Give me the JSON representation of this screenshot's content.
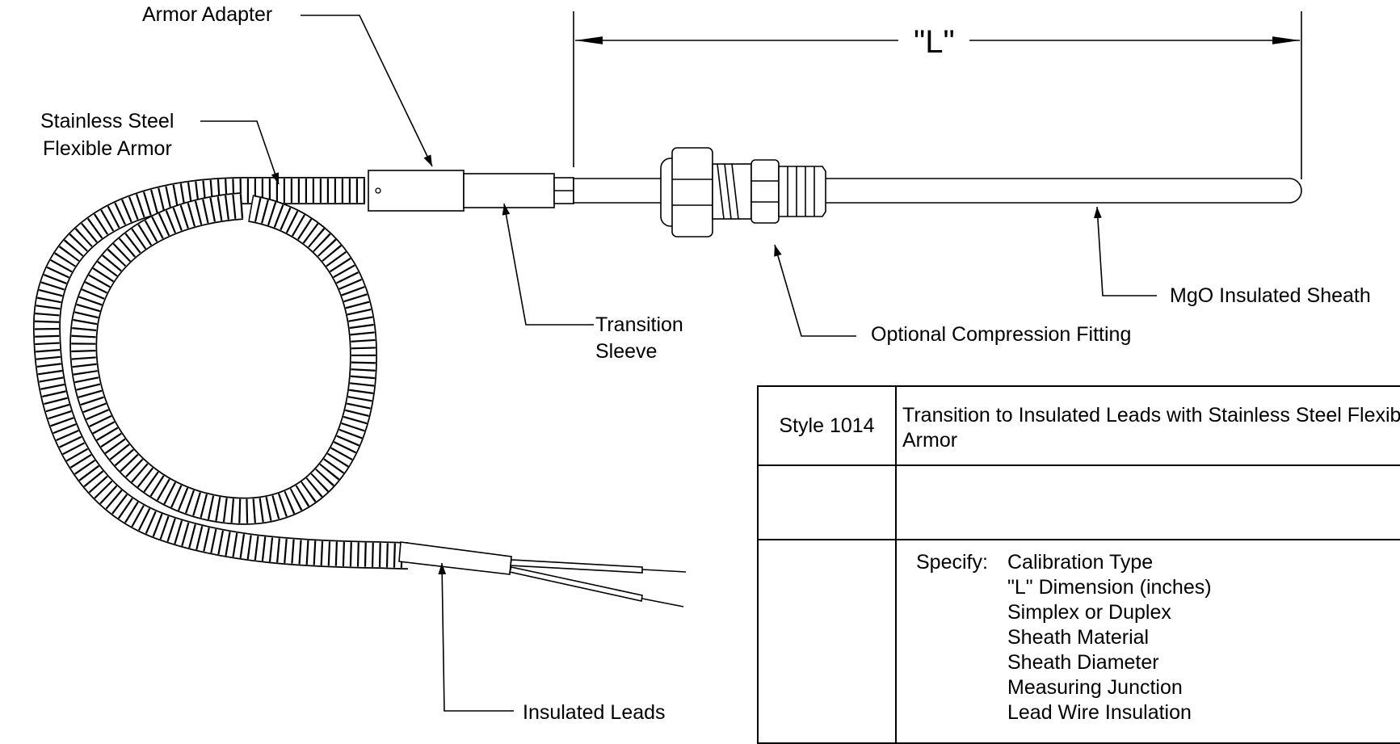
{
  "diagram": {
    "labels": {
      "armor_adapter": "Armor Adapter",
      "stainless_steel_line1": "Stainless Steel",
      "stainless_steel_line2": "Flexible Armor",
      "transition_line1": "Transition",
      "transition_line2": "Sleeve",
      "optional_fitting": "Optional Compression Fitting",
      "mgo_sheath": "MgO Insulated Sheath",
      "insulated_leads": "Insulated Leads",
      "dimension_l": "\"L\""
    }
  },
  "spec_table": {
    "style_label": "Style 1014",
    "title_line1": "Transition to Insulated Leads with Stainless Steel Flexible",
    "title_line2": "Armor",
    "specify_label": "Specify:",
    "specify_items": [
      "Calibration Type",
      "\"L\" Dimension (inches)",
      "Simplex or Duplex",
      "Sheath Material",
      "Sheath Diameter",
      "Measuring Junction",
      "Lead Wire Insulation"
    ]
  }
}
